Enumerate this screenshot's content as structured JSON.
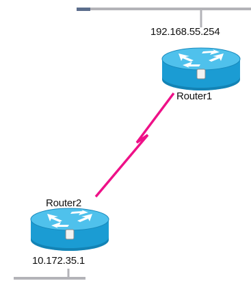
{
  "topology": {
    "devices": [
      {
        "id": "router1",
        "type": "router",
        "name": "Router1",
        "ip": "192.168.55.254"
      },
      {
        "id": "router2",
        "type": "router",
        "name": "Router2",
        "ip": "10.172.35.1"
      }
    ],
    "links": [
      {
        "from": "router1",
        "to": "router2",
        "type": "serial",
        "color": "#ee1188"
      }
    ],
    "router_icon_name": "router-icon",
    "colors": {
      "router_body": "#1b9cd3",
      "router_top": "#4fc1ec",
      "router_side_dark": "#0c6f9c",
      "ethernet_segment": "#b3b3b8",
      "ethernet_port": "#5b6d8c",
      "serial_link": "#ee1188"
    }
  }
}
